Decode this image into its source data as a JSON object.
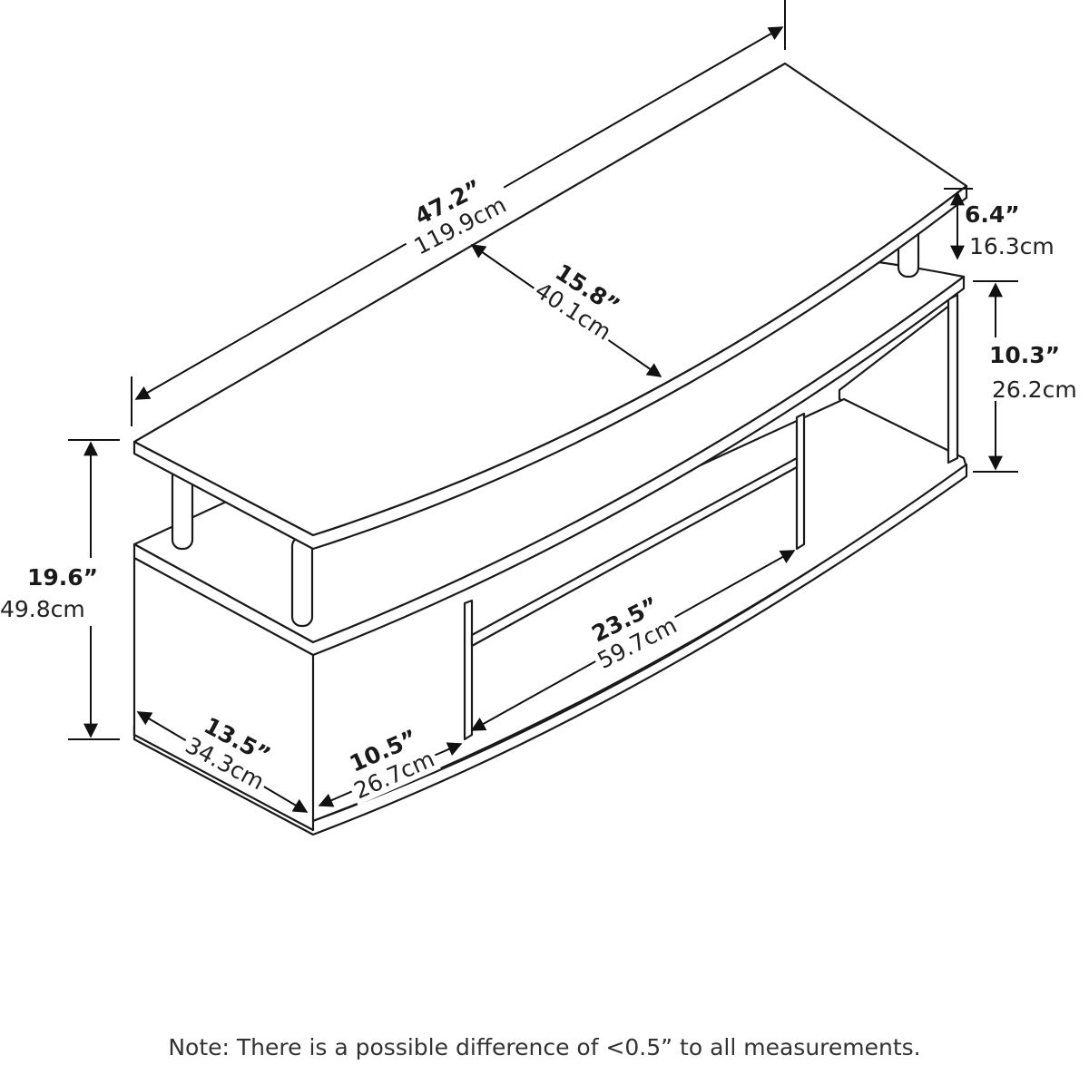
{
  "dimensions": {
    "width": {
      "in": "47.2”",
      "cm": "119.9cm"
    },
    "depth_top": {
      "in": "15.8”",
      "cm": "40.1cm"
    },
    "top_gap": {
      "in": "6.4”",
      "cm": "16.3cm"
    },
    "shelf_gap": {
      "in": "10.3”",
      "cm": "26.2cm"
    },
    "height": {
      "in": "19.6”",
      "cm": "49.8cm"
    },
    "inner_width": {
      "in": "23.5”",
      "cm": "59.7cm"
    },
    "side_depth": {
      "in": "13.5”",
      "cm": "34.3cm"
    },
    "cubby_width": {
      "in": "10.5”",
      "cm": "26.7cm"
    }
  },
  "note": "Note: There is a possible difference of <0.5” to all measurements."
}
